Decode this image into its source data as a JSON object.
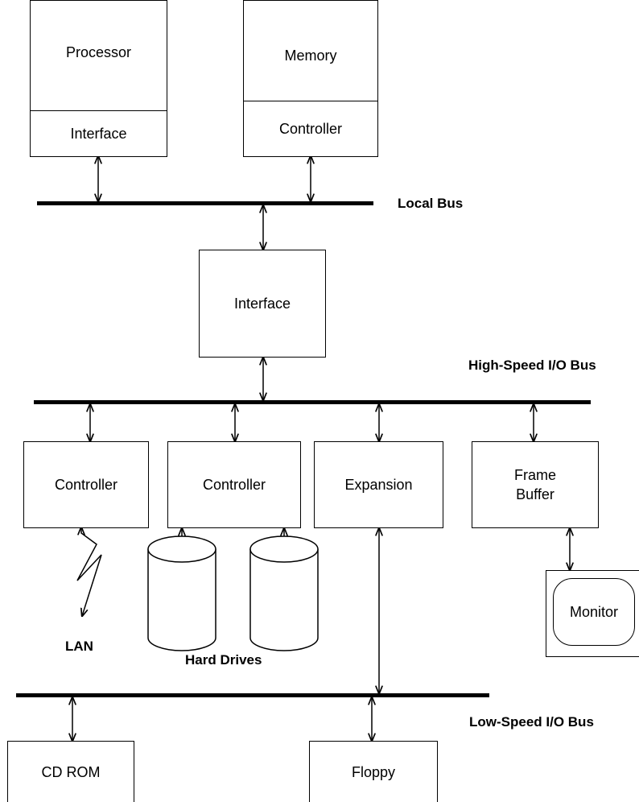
{
  "buses": {
    "local": "Local Bus",
    "high_speed": "High-Speed I/O Bus",
    "low_speed": "Low-Speed I/O Bus"
  },
  "top": {
    "processor": "Processor",
    "processor_interface": "Interface",
    "memory": "Memory",
    "memory_controller": "Controller"
  },
  "bridge": {
    "interface": "Interface"
  },
  "io": {
    "lan_controller": "Controller",
    "disk_controller": "Controller",
    "expansion": "Expansion",
    "frame_buffer": "Frame\nBuffer"
  },
  "devices": {
    "lan": "LAN",
    "hard_drives": "Hard Drives",
    "monitor": "Monitor",
    "cd_rom": "CD ROM",
    "floppy": "Floppy"
  }
}
